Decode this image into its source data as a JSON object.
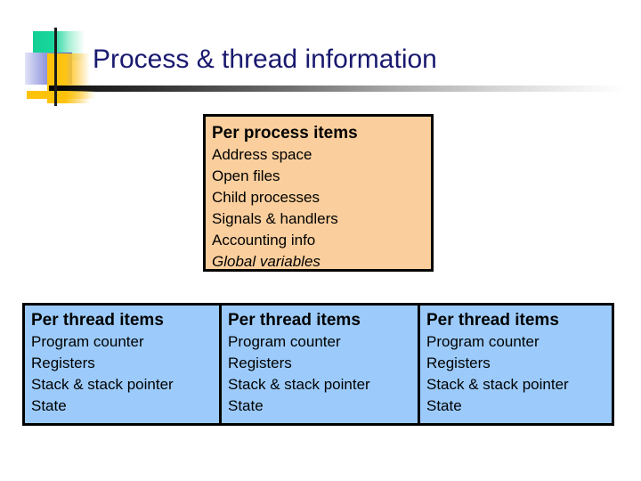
{
  "slide": {
    "title": "Process & thread information",
    "title_color": "#191970",
    "background": "#ffffff"
  },
  "decoration": {
    "green_color": "#12cf94",
    "blue_color": "#4a4fc4",
    "yellow_color": "#ffc20a",
    "line_color": "#1b1b1b"
  },
  "process_box": {
    "background": "#fbcf9d",
    "border_color": "#000000",
    "heading": "Per process items",
    "items": [
      {
        "text": "Address space",
        "italic": false
      },
      {
        "text": "Open files",
        "italic": false
      },
      {
        "text": "Child processes",
        "italic": false
      },
      {
        "text": "Signals & handlers",
        "italic": false
      },
      {
        "text": "Accounting info",
        "italic": false
      },
      {
        "text": "Global variables",
        "italic": true
      }
    ]
  },
  "thread_row": {
    "background": "#9ccbfb",
    "border_color": "#000000",
    "columns": [
      {
        "heading": "Per thread items",
        "items": [
          "Program counter",
          "Registers",
          "Stack & stack pointer",
          "State"
        ]
      },
      {
        "heading": "Per thread items",
        "items": [
          "Program counter",
          "Registers",
          "Stack & stack pointer",
          "State"
        ]
      },
      {
        "heading": "Per thread items",
        "items": [
          "Program counter",
          "Registers",
          "Stack & stack pointer",
          "State"
        ]
      }
    ]
  }
}
